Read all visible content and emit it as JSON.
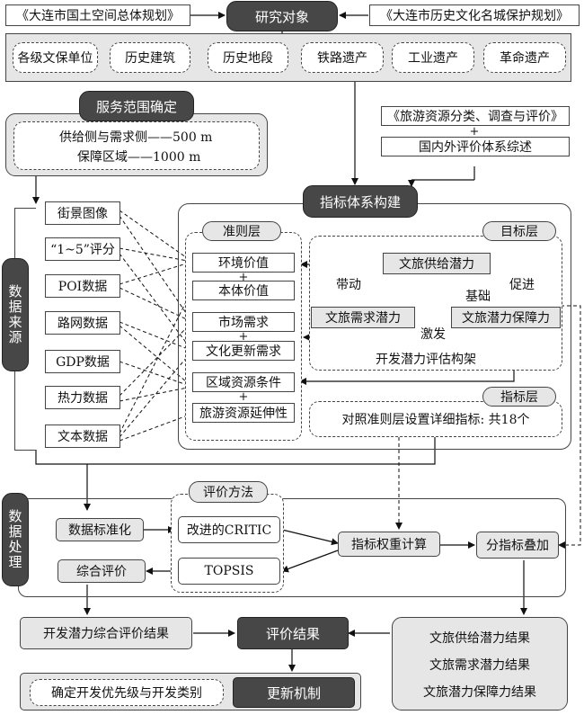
{
  "top": {
    "center": "研究对象",
    "left_ref": "《大连市国土空间总体规划》",
    "right_ref": "《大连市历史文化名城保护规划》",
    "objects": [
      "各级文保单位",
      "历史建筑",
      "历史地段",
      "铁路遗产",
      "工业遗产",
      "革命遗产"
    ]
  },
  "service": {
    "title": "服务范围确定",
    "line1": "供给侧与需求侧——500 m",
    "line2": "保障区域——1000 m"
  },
  "references": {
    "line1": "《旅游资源分类、调查与评价》",
    "plus": "+",
    "line2": "国内外评价体系综述"
  },
  "index_build": {
    "title": "指标体系构建",
    "criteria_title": "准则层",
    "criteria": [
      "环境价值",
      "本体价值",
      "市场需求",
      "文化更新需求",
      "区域资源条件",
      "旅游资源延伸性"
    ],
    "plus": "+",
    "goal_title": "目标层",
    "goal_supply": "文旅供给潜力",
    "goal_demand": "文旅需求潜力",
    "goal_guarantee": "文旅潜力保障力",
    "rel_drive": "带动",
    "rel_promote": "促进",
    "rel_base": "基础",
    "rel_stimulate": "激发",
    "goal_caption": "开发潜力评估构架",
    "indicator_title": "指标层",
    "indicator_text": "对照准则层设置详细指标: 共18个"
  },
  "data_source": {
    "label": "数据来源",
    "items": [
      "街景图像",
      "“1~5”评分",
      "POI数据",
      "路网数据",
      "GDP数据",
      "热力数据",
      "文本数据"
    ]
  },
  "processing": {
    "label": "数据处理",
    "method_title": "评价方法",
    "standardize": "数据标准化",
    "critic": "改进的CRITIC",
    "topsis": "TOPSIS",
    "weight": "指标权重计算",
    "overlay": "分指标叠加",
    "comprehensive": "综合评价"
  },
  "results": {
    "left": "开发潜力综合评价结果",
    "center": "评价结果",
    "right": [
      "文旅供给潜力结果",
      "文旅需求潜力结果",
      "文旅潜力保障力结果"
    ],
    "bottom_left": "确定开发优先级与开发类别",
    "bottom_right": "更新机制"
  }
}
